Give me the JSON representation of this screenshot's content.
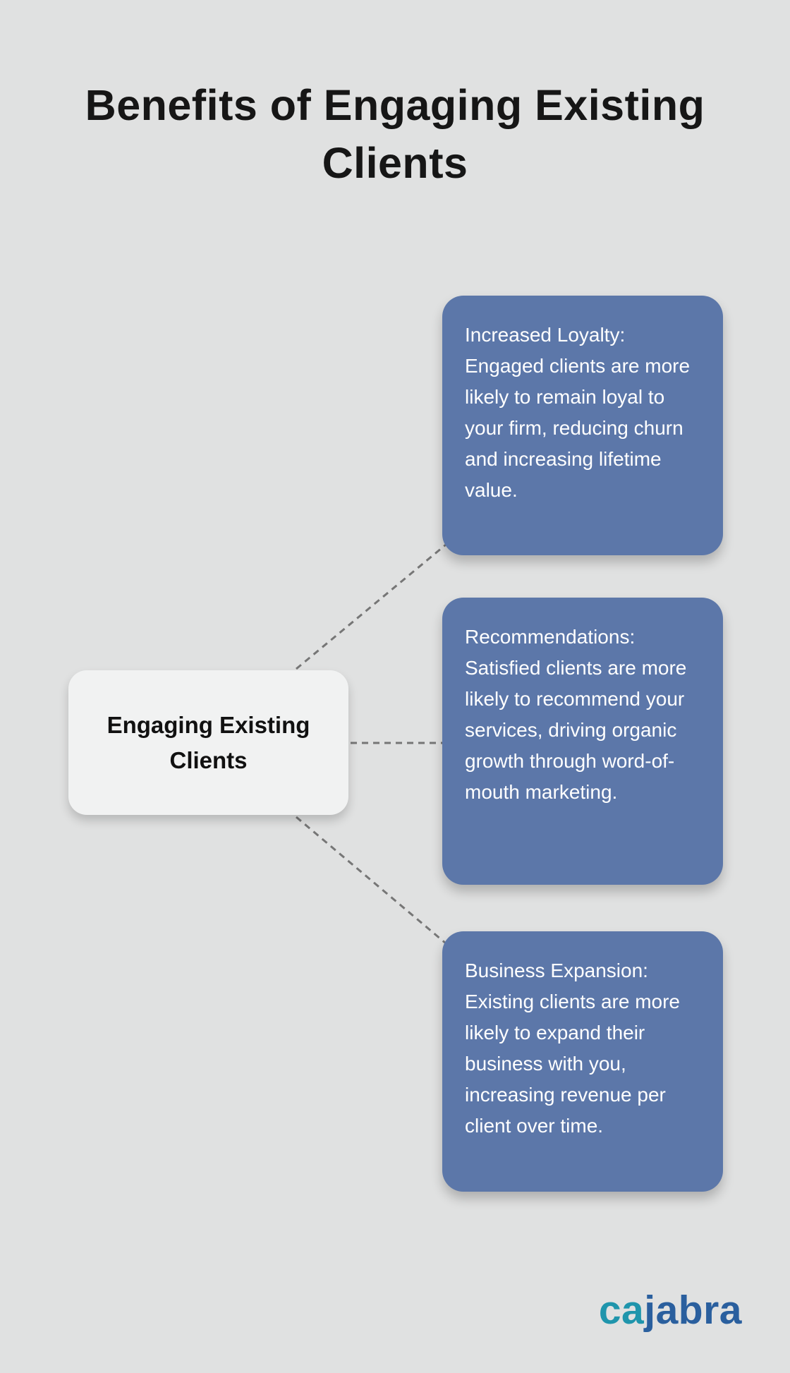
{
  "header": {
    "title": "Benefits of Engaging Existing Clients"
  },
  "diagram": {
    "center_node": {
      "label": "Engaging Existing Clients"
    },
    "benefits": [
      {
        "name": "increased-loyalty",
        "text": "Increased Loyalty: Engaged clients are more likely to remain loyal to your firm, reducing churn and increasing lifetime value."
      },
      {
        "name": "recommendations",
        "text": "Recommendations: Satisfied clients are more likely to recommend your services, driving organic growth through word-of-mouth marketing."
      },
      {
        "name": "business-expansion",
        "text": "Business Expansion: Existing clients are more likely to expand their business with you, increasing revenue per client over time."
      }
    ]
  },
  "branding": {
    "logo_part1": "ca",
    "logo_part2": "jabra"
  },
  "colors": {
    "background": "#e0e1e1",
    "benefit_box": "#5c77a9",
    "benefit_text": "#ffffff",
    "center_box": "#f1f2f2",
    "center_text": "#111111",
    "connector": "#767676",
    "logo_teal": "#1f95ac",
    "logo_blue": "#2a5f9e"
  }
}
